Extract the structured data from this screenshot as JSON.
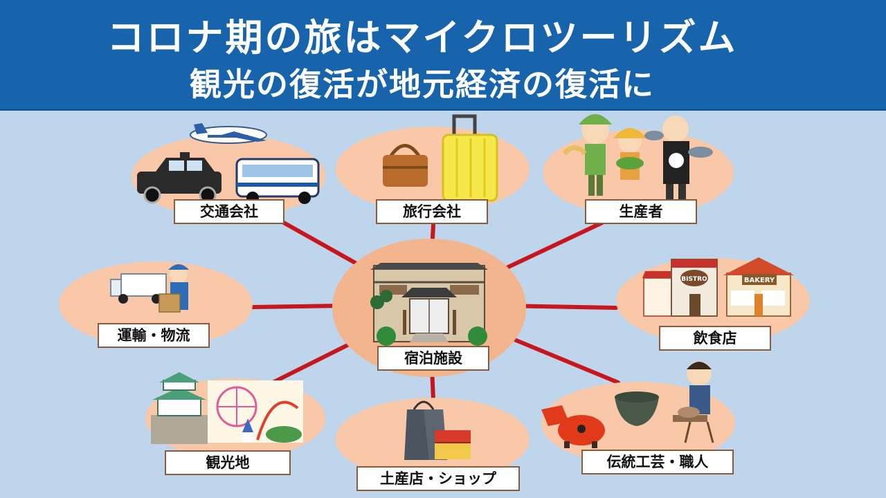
{
  "header": {
    "title": "コロナ期の旅はマイクロツーリズム",
    "subtitle": "観光の復活が地元経済の復活に"
  },
  "center": {
    "label": "宿泊施設",
    "icon": "japanese-inn-icon"
  },
  "nodes": [
    {
      "id": "transport",
      "label": "交通会社",
      "icons": [
        "airplane-icon",
        "taxi-icon",
        "bus-icon"
      ]
    },
    {
      "id": "travel_agency",
      "label": "旅行会社",
      "icons": [
        "handbag-icon",
        "suitcase-icon"
      ]
    },
    {
      "id": "producers",
      "label": "生産者",
      "icons": [
        "farmer-icon",
        "fishmonger-icon"
      ]
    },
    {
      "id": "restaurants",
      "label": "飲食店",
      "icons": [
        "bistro-icon",
        "bakery-icon"
      ],
      "sign_texts": [
        "BISTRO",
        "BAKERY"
      ]
    },
    {
      "id": "crafts",
      "label": "伝統工芸・職人",
      "icons": [
        "akabeko-icon",
        "tea-bowl-icon",
        "potter-icon"
      ]
    },
    {
      "id": "souvenir",
      "label": "土産店・ショップ",
      "icons": [
        "shopping-bag-icon",
        "gift-box-icon"
      ]
    },
    {
      "id": "tourism",
      "label": "観光地",
      "icons": [
        "castle-icon",
        "amusement-park-icon"
      ]
    },
    {
      "id": "logistics",
      "label": "運輸・物流",
      "icons": [
        "delivery-truck-icon",
        "delivery-worker-icon"
      ]
    }
  ],
  "colors": {
    "header_bg": "#1763ac",
    "background": "#bfd5ec",
    "bubble": "#f8c8a8",
    "center_bubble": "#f2b58e",
    "connector": "#c8161d",
    "label_border": "#8a5a3c"
  }
}
